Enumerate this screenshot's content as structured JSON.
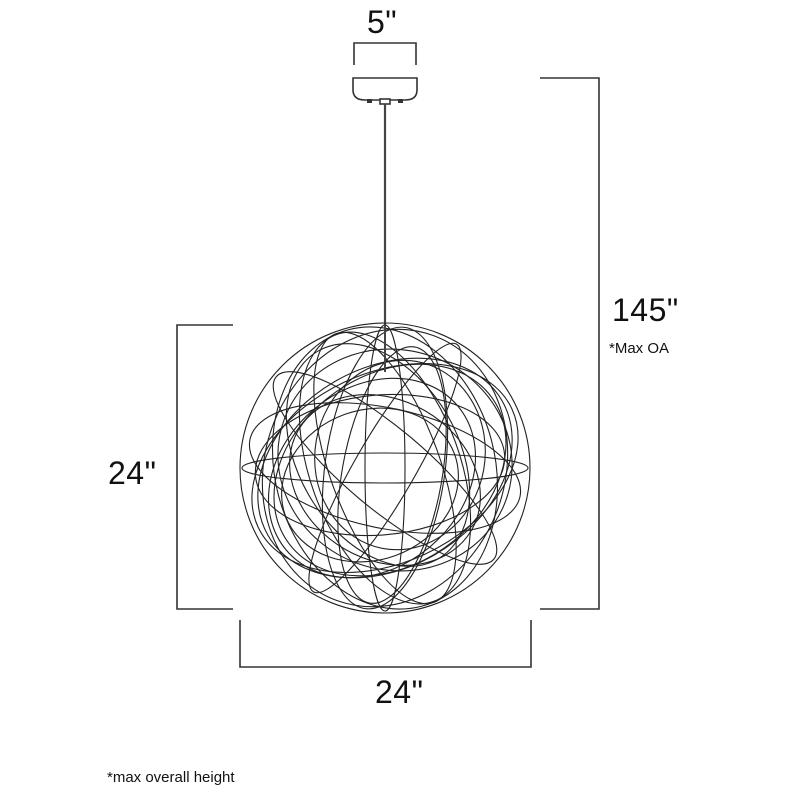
{
  "diagram": {
    "type": "dimension-drawing",
    "subject": "wire ball pendant light",
    "dimensions": {
      "canopy_width": {
        "label": "5\""
      },
      "overall_height": {
        "label": "145\"",
        "note": "*Max OA"
      },
      "globe_height": {
        "label": "24\""
      },
      "globe_width": {
        "label": "24\""
      }
    },
    "footnote": "*max overall height",
    "colors": {
      "line": "#333333",
      "text": "#111111",
      "background": "#ffffff"
    }
  }
}
